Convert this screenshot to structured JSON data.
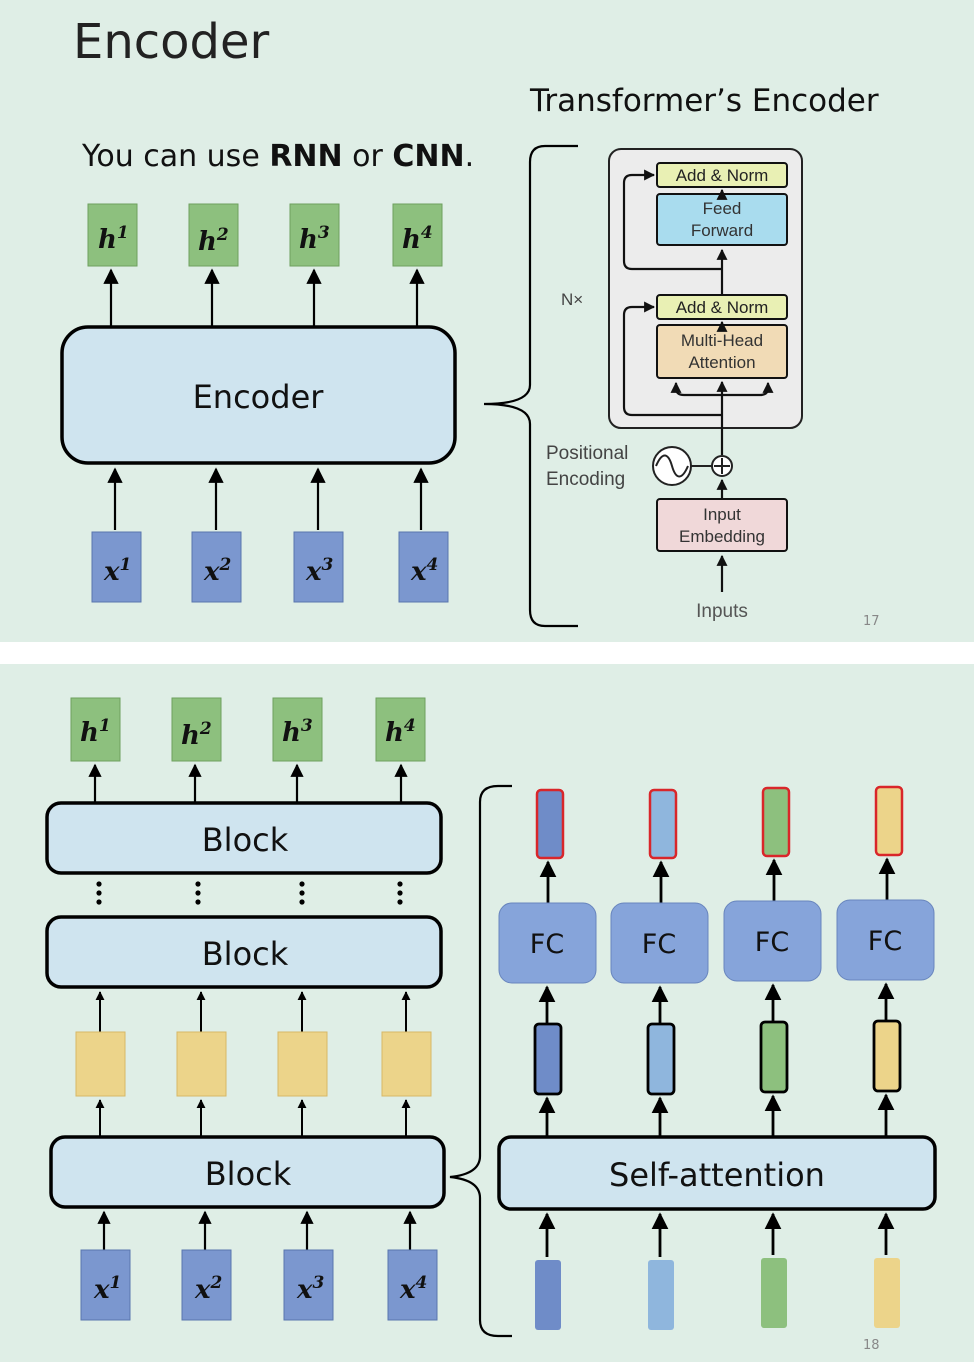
{
  "slide1": {
    "title": "Encoder",
    "note": {
      "before": "You can use ",
      "rnn": "RNN",
      "middle": " or ",
      "cnn": "CNN",
      "after": "."
    },
    "encoder_label": "Encoder",
    "outputs": [
      "h",
      "h",
      "h",
      "h"
    ],
    "output_sups": [
      "1",
      "2",
      "3",
      "4"
    ],
    "inputs": [
      "x",
      "x",
      "x",
      "x"
    ],
    "input_sups": [
      "1",
      "2",
      "3",
      "4"
    ],
    "transformer": {
      "caption": "Transformer’s Encoder",
      "add_norm_top": "Add & Norm",
      "feed_forward": [
        "Feed",
        "Forward"
      ],
      "add_norm_bottom": "Add & Norm",
      "multi_head": [
        "Multi-Head",
        "Attention"
      ],
      "nx": "N×",
      "positional": [
        "Positional",
        "Encoding"
      ],
      "input_embedding": [
        "Input",
        "Embedding"
      ],
      "inputs": "Inputs"
    },
    "page_number": "17"
  },
  "slide2": {
    "outputs": [
      "h",
      "h",
      "h",
      "h"
    ],
    "output_sups": [
      "1",
      "2",
      "3",
      "4"
    ],
    "inputs": [
      "x",
      "x",
      "x",
      "x"
    ],
    "input_sups": [
      "1",
      "2",
      "3",
      "4"
    ],
    "block_top": "Block",
    "block_middle": "Block",
    "block_bottom": "Block",
    "detail": {
      "fc_labels": [
        "FC",
        "FC",
        "FC",
        "FC"
      ],
      "self_attention": "Self-attention"
    },
    "page_number": "18",
    "colors": {
      "vec_colors": [
        "#6f8cc8",
        "#8fb6dd",
        "#8dc07e",
        "#ecd48a"
      ],
      "highlight_border": "#d9262a"
    }
  },
  "colors": {
    "background": "#dfeee6",
    "output_box": "#8dc07e",
    "input_box": "#7b97cf",
    "block_fill": "#cfe4ef",
    "fc_fill": "#86a4da",
    "yellow_box": "#ecd48a"
  }
}
